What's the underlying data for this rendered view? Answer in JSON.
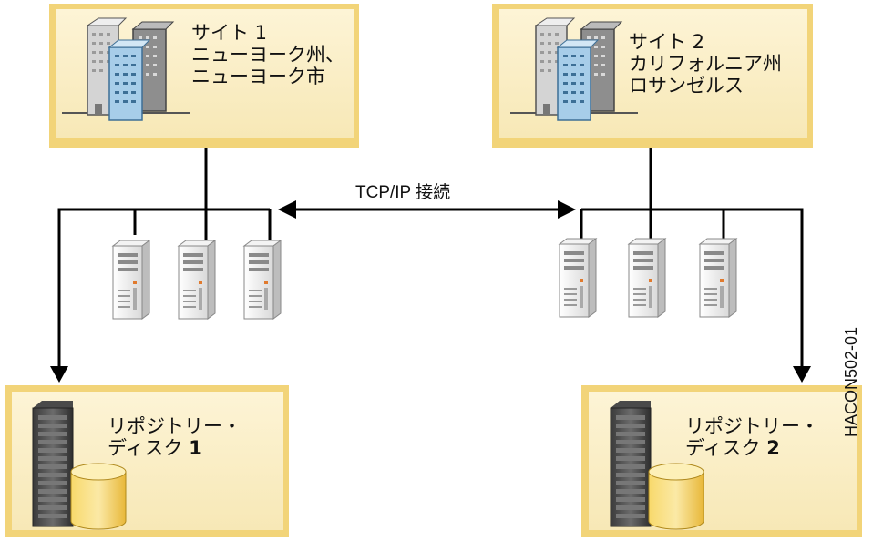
{
  "site1": {
    "line1": "サイト 1",
    "line2": "ニューヨーク州、",
    "line3": "ニューヨーク市"
  },
  "site2": {
    "line1": "サイト 2",
    "line2": "カリフォルニア州",
    "line3": "ロサンゼルス"
  },
  "connection": {
    "label": "TCP/IP 接続"
  },
  "disk1": {
    "line1": "リポジトリー・",
    "line2_text": "ディスク",
    "line2_num": "1"
  },
  "disk2": {
    "line1": "リポジトリー・",
    "line2_text": "ディスク",
    "line2_num": "2"
  },
  "figure_id": "HACON502-01",
  "icons": [
    "building-icon",
    "server-icon",
    "disk-rack-icon",
    "database-cylinder-icon"
  ],
  "colors": {
    "panel_fill": "#fbefc4",
    "panel_border": "#f2d479",
    "line": "#000000",
    "building_blue": "#a7cde9",
    "building_gray": "#c8c8c8",
    "cylinder": "#f2c84b"
  }
}
